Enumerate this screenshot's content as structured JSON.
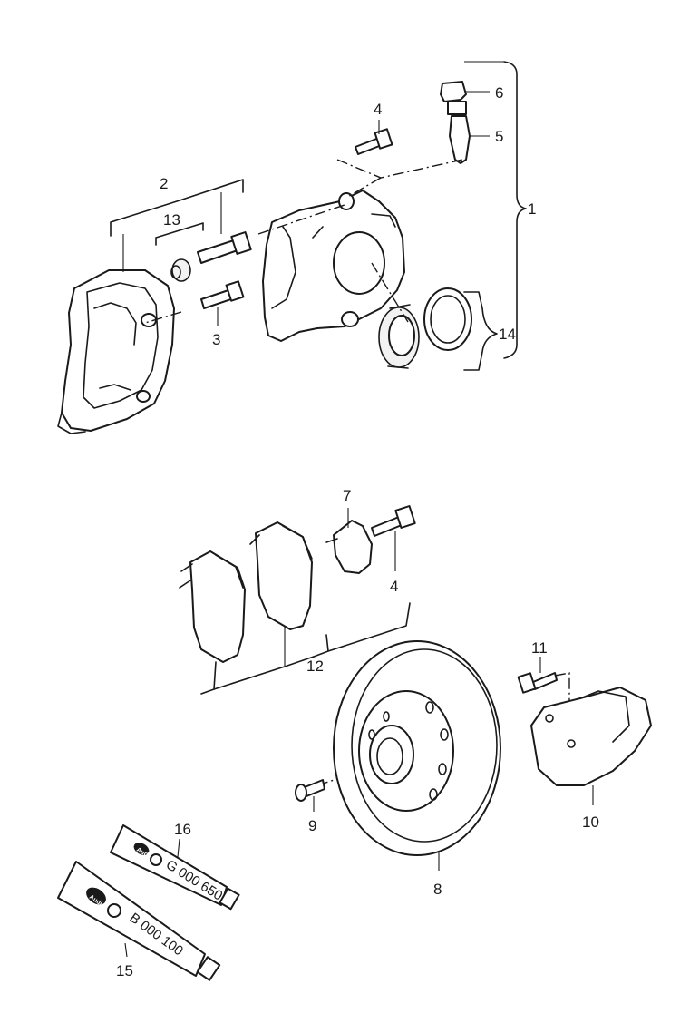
{
  "callouts": [
    {
      "id": "1",
      "label": "1"
    },
    {
      "id": "2",
      "label": "2"
    },
    {
      "id": "3",
      "label": "3"
    },
    {
      "id": "4a",
      "label": "4"
    },
    {
      "id": "4b",
      "label": "4"
    },
    {
      "id": "5",
      "label": "5"
    },
    {
      "id": "6",
      "label": "6"
    },
    {
      "id": "7",
      "label": "7"
    },
    {
      "id": "8",
      "label": "8"
    },
    {
      "id": "9",
      "label": "9"
    },
    {
      "id": "10",
      "label": "10"
    },
    {
      "id": "11",
      "label": "11"
    },
    {
      "id": "12",
      "label": "12"
    },
    {
      "id": "13",
      "label": "13"
    },
    {
      "id": "14",
      "label": "14"
    },
    {
      "id": "15",
      "label": "15"
    },
    {
      "id": "16",
      "label": "16"
    }
  ],
  "tubes": {
    "tube16": {
      "code": "G 000 650",
      "brand": "Audi"
    },
    "tube15": {
      "code": "B 000 100",
      "brand": "Audi"
    }
  },
  "colors": {
    "line": "#1a1a1a",
    "background": "#ffffff"
  }
}
